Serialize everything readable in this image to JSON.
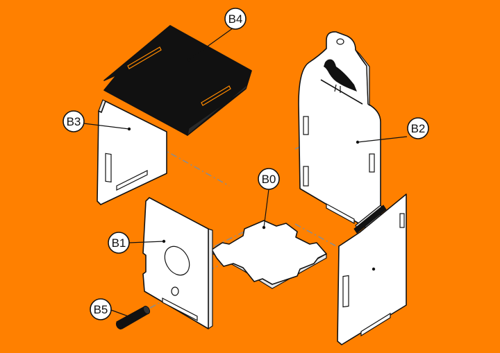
{
  "colors": {
    "background": "#ff8000",
    "panel": "#ffffff",
    "roof": "#111111",
    "outline": "#111111",
    "axis": "#8c8c8c"
  },
  "parts": [
    {
      "id": "b0",
      "label": "B0"
    },
    {
      "id": "b1",
      "label": "B1"
    },
    {
      "id": "b2",
      "label": "B2"
    },
    {
      "id": "b3",
      "label": "B3"
    },
    {
      "id": "b4",
      "label": "B4"
    },
    {
      "id": "b5",
      "label": "B5"
    }
  ],
  "icons": [
    "bird-silhouette-icon"
  ]
}
